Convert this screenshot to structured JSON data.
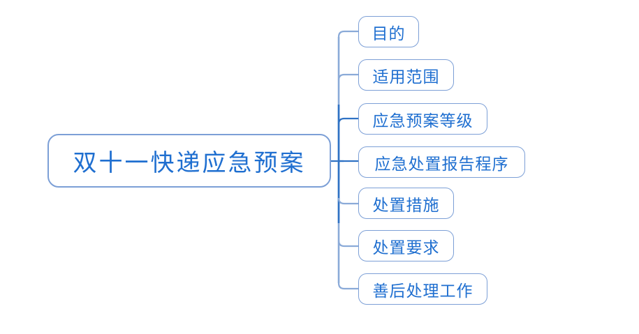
{
  "diagram": {
    "type": "mind-map",
    "title": "双十一快递应急预案",
    "background_color": "#ffffff",
    "text_color": "#1f6fd0",
    "border_color": "#7c9fd6",
    "connector_color": "#8aaad8",
    "connector_trunk_color": "#2f72c4",
    "root": {
      "label": "双十一快递应急预案"
    },
    "children": [
      {
        "label": "目的"
      },
      {
        "label": "适用范围"
      },
      {
        "label": "应急预案等级"
      },
      {
        "label": "应急处置报告程序"
      },
      {
        "label": "处置措施"
      },
      {
        "label": "处置要求"
      },
      {
        "label": "善后处理工作"
      }
    ]
  }
}
